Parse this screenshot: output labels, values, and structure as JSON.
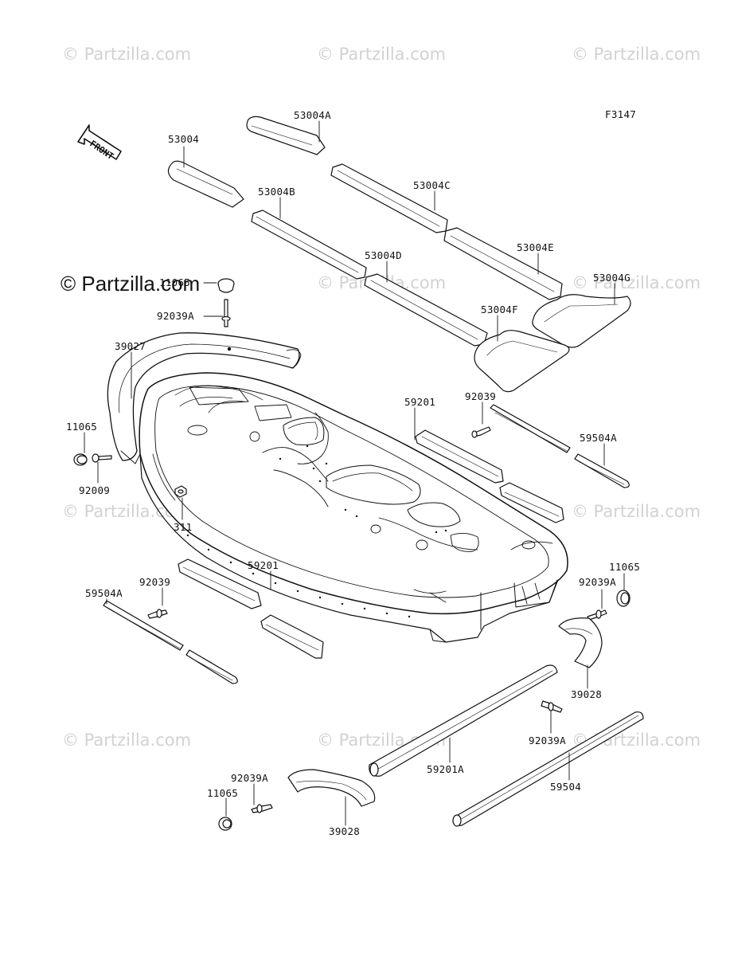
{
  "watermark_text": "© Partzilla.com",
  "brand_text": "© Partzilla.com",
  "figure_code": "F3147",
  "front_label": "FRONT",
  "labels": {
    "p53004A": "53004A",
    "p53004": "53004",
    "p53004C": "53004C",
    "p53004B": "53004B",
    "p53004E": "53004E",
    "p53004D": "53004D",
    "p53004G": "53004G",
    "p53004F": "53004F",
    "p11065_top": "11065",
    "p92039A_top": "92039A",
    "p39027": "39027",
    "p59201_right": "59201",
    "p92039_right": "92039",
    "p11065_left": "11065",
    "p59504A_right": "59504A",
    "p92009": "92009",
    "p311": "311",
    "p59201_left": "59201",
    "p92039_left": "92039",
    "p59504A_left": "59504A",
    "p11065_right": "11065",
    "p92039A_right": "92039A",
    "p39028_right": "39028",
    "p92039A_mid": "92039A",
    "p59201A": "59201A",
    "p59504": "59504",
    "p92039A_bottom": "92039A",
    "p11065_bottom": "11065",
    "p39028_bottom": "39028"
  }
}
